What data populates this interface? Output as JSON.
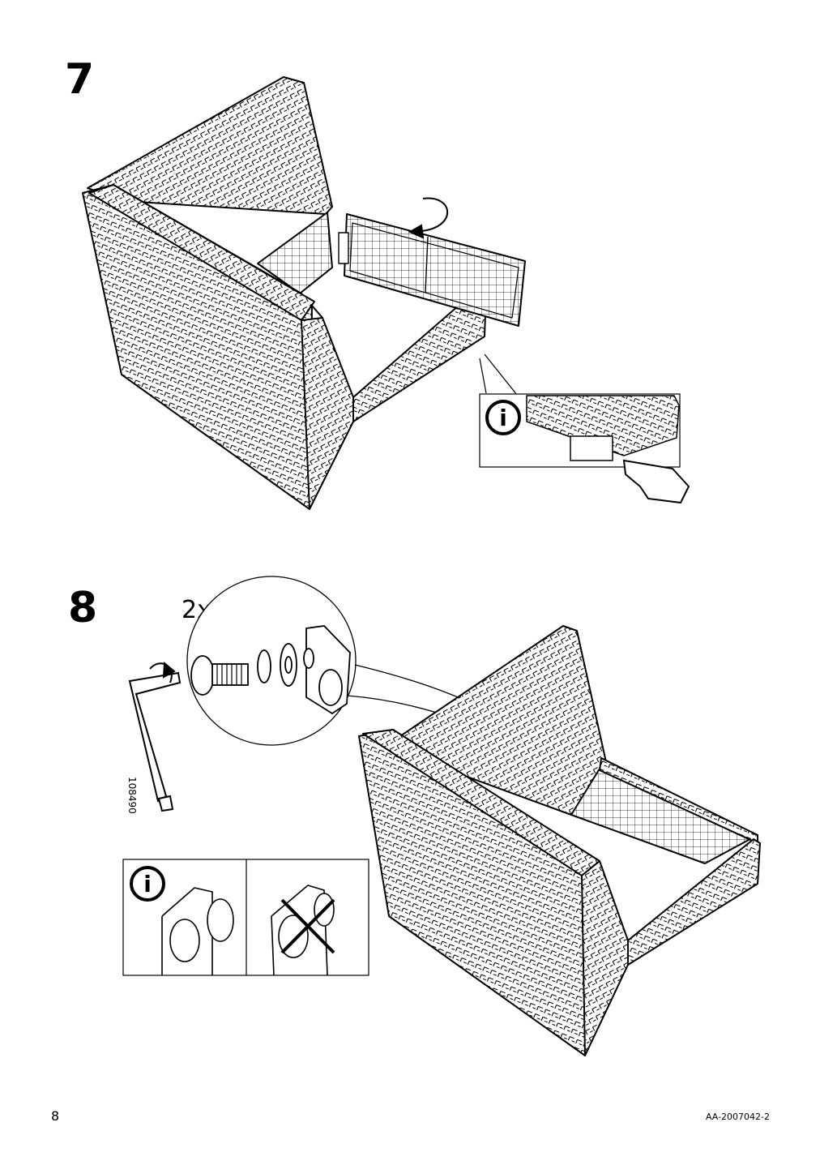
{
  "page": {
    "page_number": "8",
    "document_code": "AA-2007042-2"
  },
  "steps": [
    {
      "number": "7"
    },
    {
      "number": "8",
      "quantity": "2x",
      "tool_code": "108490"
    }
  ],
  "icons": {
    "info": "i"
  }
}
